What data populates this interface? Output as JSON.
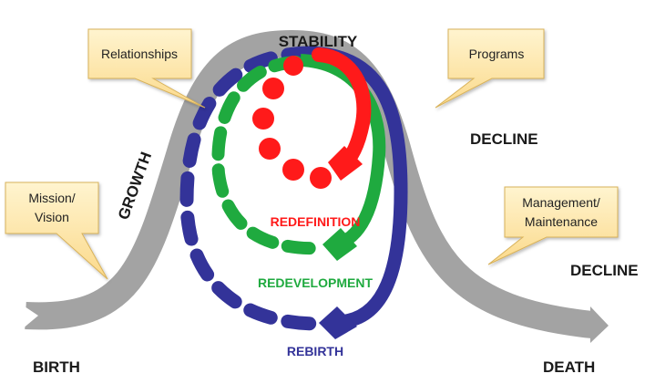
{
  "colors": {
    "curve": "#a3a3a3",
    "callout_fill": "#fde7a6",
    "callout_stroke": "#d8b25a",
    "redefinition": "#ff1a1a",
    "redevelopment": "#1faa3f",
    "rebirth": "#333399",
    "stage_text": "#1a1a1a"
  },
  "stages": {
    "birth": "BIRTH",
    "growth": "GROWTH",
    "stability": "STABILITY",
    "decline_upper": "DECLINE",
    "decline_lower": "DECLINE",
    "death": "DEATH"
  },
  "callouts": {
    "relationships": [
      "Relationships"
    ],
    "programs": [
      "Programs"
    ],
    "mission_vision": [
      "Mission/",
      "Vision"
    ],
    "management_maintenance": [
      "Management/",
      "Maintenance"
    ]
  },
  "cycles": {
    "redefinition": "REDEFINITION",
    "redevelopment": "REDEVELOPMENT",
    "rebirth": "REBIRTH"
  },
  "icons": [
    "bell-curve-arrow",
    "red-dotted-arrow",
    "green-dashed-arrow",
    "blue-dashed-arrow"
  ]
}
